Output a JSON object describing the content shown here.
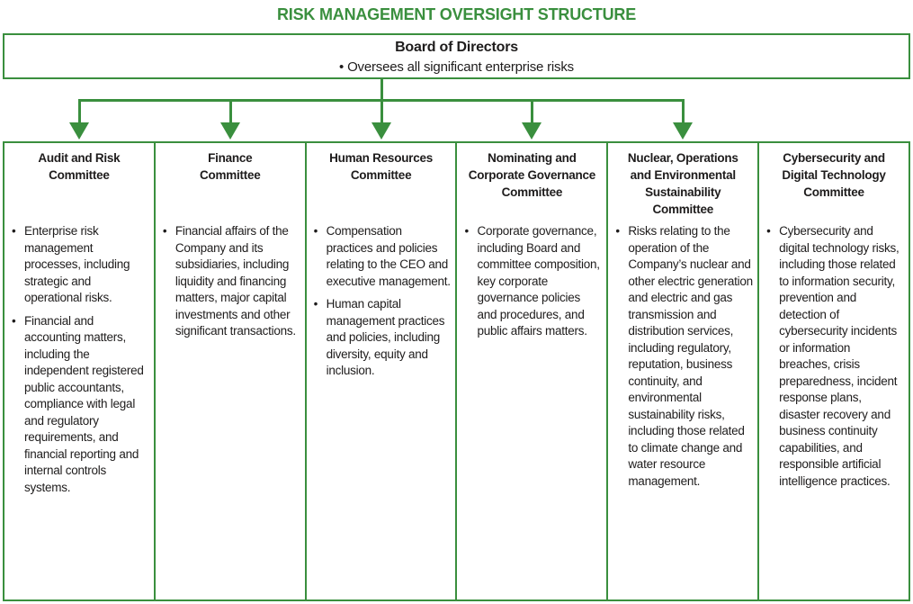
{
  "title": "RISK MANAGEMENT OVERSIGHT STRUCTURE",
  "colors": {
    "green": "#3a8f3e",
    "text": "#1e1c1c"
  },
  "board": {
    "title": "Board of Directors",
    "bullet": "Oversees all significant enterprise risks"
  },
  "committees": [
    {
      "name": "Audit and Risk\nCommittee",
      "bullets": [
        "Enterprise risk management processes, including strategic and operational risks.",
        "Financial and accounting matters, including the independent registered public accountants, compliance with legal and regulatory requirements, and financial reporting and internal controls systems."
      ]
    },
    {
      "name": "Finance\nCommittee",
      "bullets": [
        "Financial affairs of the Company and its subsidiaries, including liquidity and financing matters, major capital investments and other significant transactions."
      ]
    },
    {
      "name": "Human Resources\nCommittee",
      "bullets": [
        "Compensation practices and policies relating to the CEO and executive management.",
        "Human capital management practices and policies, including diversity, equity and inclusion."
      ]
    },
    {
      "name": "Nominating and\nCorporate Governance\nCommittee",
      "bullets": [
        "Corporate governance, including Board and committee composition, key corporate governance policies and procedures, and public affairs matters."
      ]
    },
    {
      "name": "Nuclear, Operations\nand Environmental\nSustainability\nCommittee",
      "bullets": [
        "Risks relating to the operation of the Company’s nuclear and other electric generation and electric and gas transmission and distribution services, including regulatory, reputation, business continuity, and environmental sustainability risks, including those related to climate change and water resource management."
      ]
    },
    {
      "name": "Cybersecurity and\nDigital Technology\nCommittee",
      "bullets": [
        "Cybersecurity and digital technology risks, including those related to information security, prevention and detection of cybersecurity incidents or information breaches, crisis preparedness, incident response plans, disaster recovery and business continuity capabilities, and responsible artificial intelligence practices."
      ]
    }
  ]
}
